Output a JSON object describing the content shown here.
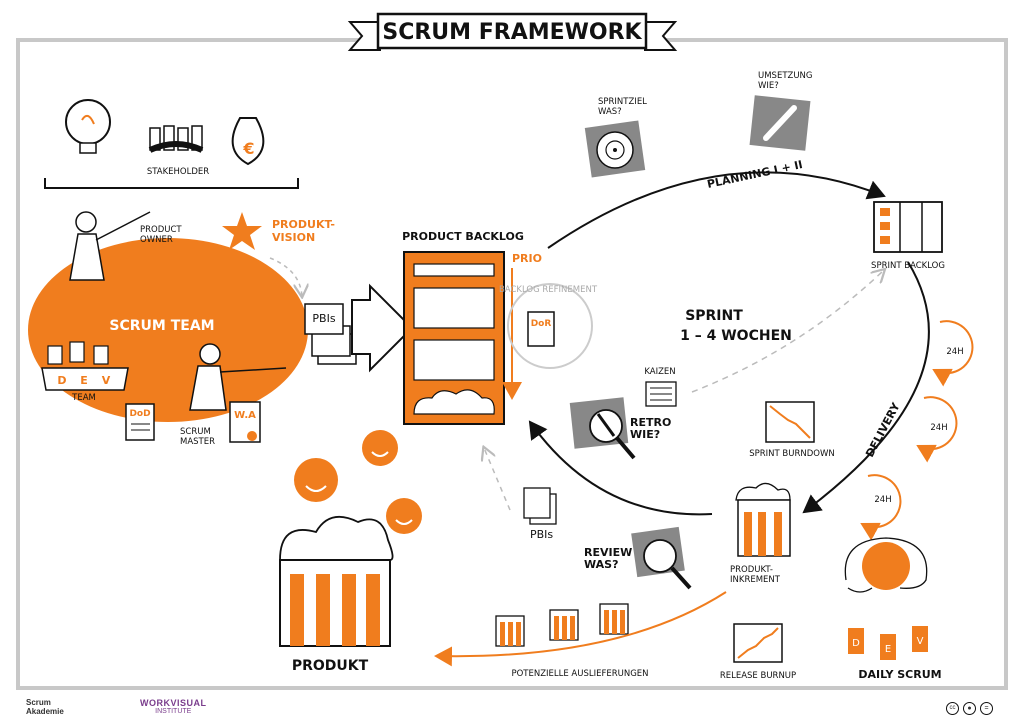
{
  "title": "SCRUM FRAMEWORK",
  "stakeholder": "STAKEHOLDER",
  "product_owner": "PRODUCT\nOWNER",
  "produkt_vision": "PRODUKT-\nVISION",
  "scrum_team": "SCRUM TEAM",
  "dev_letters": [
    "D",
    "E",
    "V"
  ],
  "team": "TEAM",
  "dod": "DoD",
  "wa": "W.A",
  "scrum_master": "SCRUM\nMASTER",
  "pbis": "PBIs",
  "product_backlog": "PRODUCT BACKLOG",
  "prio": "PRIO",
  "backlog_refinement": "BACKLOG REFINEMENT",
  "dor": "DoR",
  "sprintziel": "SPRINTZIEL\nWAS?",
  "umsetzung": "UMSETZUNG\nWIE?",
  "planning": "PLANNING I + II",
  "sprint_backlog": "SPRINT BACKLOG",
  "sprint": "SPRINT",
  "sprint_duration": "1 – 4 WOCHEN",
  "kaizen": "KAIZEN",
  "retro": "RETRO\nWIE?",
  "sprint_burndown": "SPRINT BURNDOWN",
  "delivery": "DELIVERY",
  "daily_24h": [
    "24H",
    "24H",
    "24H"
  ],
  "pbis_review": "PBIs",
  "review": "REVIEW\nWAS?",
  "produkt_inkrement": "PRODUKT-\nINKREMENT",
  "produkt": "PRODUKT",
  "potenzielle": "POTENZIELLE AUSLIEFERUNGEN",
  "release_burnup": "RELEASE BURNUP",
  "daily_scrum": "DAILY SCRUM",
  "daily_dev": [
    "D",
    "E",
    "V"
  ],
  "footer": {
    "left_logo_1": "Scrum",
    "left_logo_2": "Akademie",
    "center_logo_1": "WORKVISUAL",
    "center_logo_2": "INSTITUTE",
    "cc": "cc"
  },
  "colors": {
    "accent": "#f07d1e",
    "ink": "#111111"
  }
}
